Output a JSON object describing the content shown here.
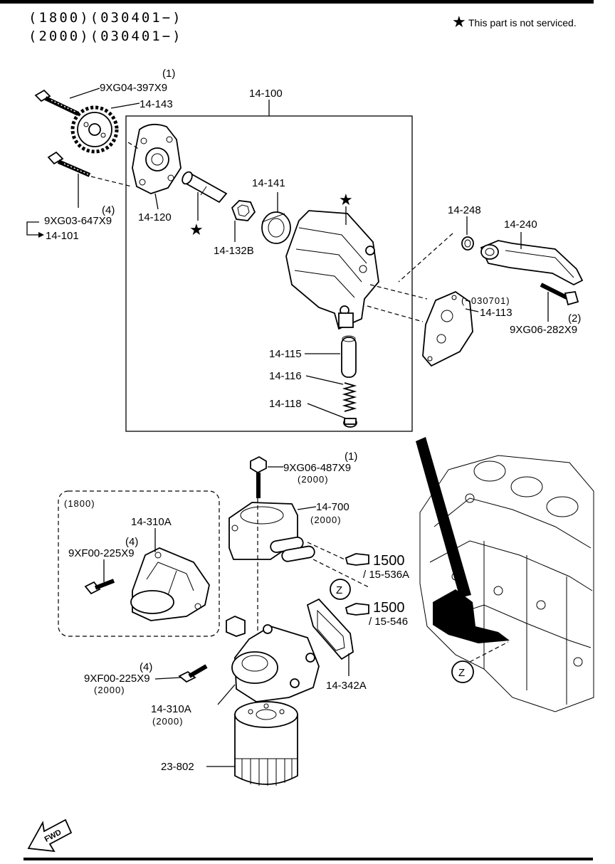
{
  "header": {
    "line1": "(1800)(030401−)",
    "line2": "(2000)(030401−)",
    "note_star": "★",
    "note_text": "This part is not serviced."
  },
  "labels": {
    "p9xg04_qty": "(1)",
    "p9xg04": "9XG04-397X9",
    "p14_143": "14-143",
    "p14_100": "14-100",
    "p14_120": "14-120",
    "p9xg03_qty": "(4)",
    "p9xg03": "9XG03-647X9",
    "p14_101": "14-101",
    "p14_141": "14-141",
    "p14_132b": "14-132B",
    "p14_248": "14-248",
    "p14_240": "14-240",
    "p14_113_note": "(−030701)",
    "p14_113": "14-113",
    "p9xg06_282_qty": "(2)",
    "p9xg06_282": "9XG06-282X9",
    "p14_115": "14-115",
    "p14_116": "14-116",
    "p14_118": "14-118",
    "p9xg06_487_qty": "(1)",
    "p9xg06_487": "9XG06-487X9",
    "p9xg06_487_note": "(2000)",
    "inset_title": "(1800)",
    "p14_310a_1800": "14-310A",
    "p9xf00_1800_qty": "(4)",
    "p9xf00_1800": "9XF00-225X9",
    "p14_700": "14-700",
    "p14_700_note": "(2000)",
    "ref1500a": "1500",
    "ref15_536a": "/ 15-536A",
    "ref1500b": "1500",
    "ref15_546": "/ 15-546",
    "z_marker": "Z",
    "p14_342a": "14-342A",
    "p9xf00_2000_qty": "(4)",
    "p9xf00_2000": "9XF00-225X9",
    "p9xf00_2000_note": "(2000)",
    "p14_310a_2000": "14-310A",
    "p14_310a_2000_note": "(2000)",
    "p23_802": "23-802",
    "fwd": "FWD"
  },
  "icons": {
    "star": "star-icon",
    "ref_hand": "pointing-hand-icon",
    "fwd": "forward-arrow-icon"
  }
}
